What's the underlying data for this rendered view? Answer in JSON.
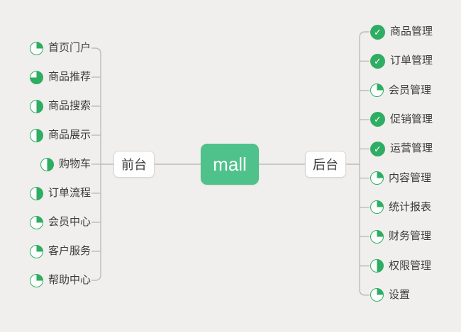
{
  "app": {
    "title": "mall mind map"
  },
  "colors": {
    "background": "#f0efed",
    "root_node_green": "#4ec28a",
    "icon_green": "#2fad63",
    "connector_gray": "#bcbcba",
    "node_border": "#d8d7d4",
    "label_text": "#3b3b3b"
  },
  "icons": {
    "check_glyph": "✓",
    "done_icon_name": "task-done-icon",
    "pie_icon_prefix": "progress"
  },
  "root": {
    "label": "mall"
  },
  "branches": {
    "left": {
      "label": "前台",
      "items": [
        {
          "label": "首页门户",
          "progress": "25%"
        },
        {
          "label": "商品推荐",
          "progress": "75%"
        },
        {
          "label": "商品搜索",
          "progress": "50%"
        },
        {
          "label": "商品展示",
          "progress": "50%"
        },
        {
          "label": "购物车",
          "progress": "50%"
        },
        {
          "label": "订单流程",
          "progress": "50%"
        },
        {
          "label": "会员中心",
          "progress": "25%"
        },
        {
          "label": "客户服务",
          "progress": "25%"
        },
        {
          "label": "帮助中心",
          "progress": "25%"
        }
      ]
    },
    "right": {
      "label": "后台",
      "items": [
        {
          "label": "商品管理",
          "progress": "done"
        },
        {
          "label": "订单管理",
          "progress": "done"
        },
        {
          "label": "会员管理",
          "progress": "25%"
        },
        {
          "label": "促销管理",
          "progress": "done"
        },
        {
          "label": "运营管理",
          "progress": "done"
        },
        {
          "label": "内容管理",
          "progress": "25%"
        },
        {
          "label": "统计报表",
          "progress": "25%"
        },
        {
          "label": "财务管理",
          "progress": "25%"
        },
        {
          "label": "权限管理",
          "progress": "50%"
        },
        {
          "label": "设置",
          "progress": "25%"
        }
      ]
    }
  }
}
